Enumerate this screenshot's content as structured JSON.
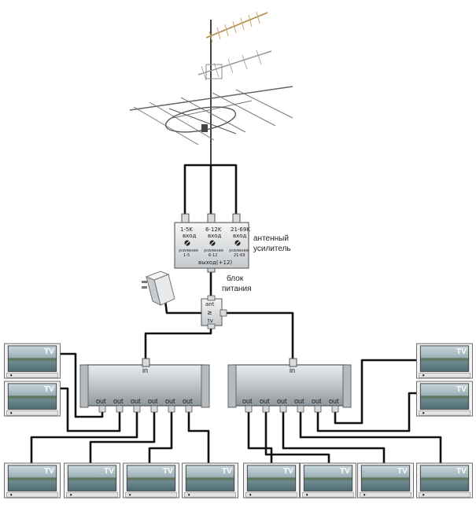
{
  "amplifier": {
    "inputs": [
      {
        "band": "1-5K",
        "input": "вход",
        "gain": "усиления",
        "range": "1-5"
      },
      {
        "band": "6-12K",
        "input": "вход",
        "gain": "усиления",
        "range": "6-12"
      },
      {
        "band": "21-69K",
        "input": "вход",
        "gain": "усиления",
        "range": "21-69"
      }
    ],
    "output_label": "выход(+12)",
    "label_line1": "антенный",
    "label_line2": "усилитель"
  },
  "power_supply": {
    "label_line1": "блок",
    "label_line2": "питания"
  },
  "injector": {
    "ant": "ant",
    "symbol": "≥",
    "tv": "tv"
  },
  "splitters": [
    {
      "input": "in",
      "outputs": [
        "out",
        "out",
        "out",
        "out",
        "out",
        "out"
      ]
    },
    {
      "input": "in",
      "outputs": [
        "out",
        "out",
        "out",
        "out",
        "out",
        "out"
      ]
    }
  ],
  "tv_label": "TV",
  "colors": {
    "cable": "#111111",
    "device": "#cfd3d6",
    "screen": "#5f7d86"
  }
}
